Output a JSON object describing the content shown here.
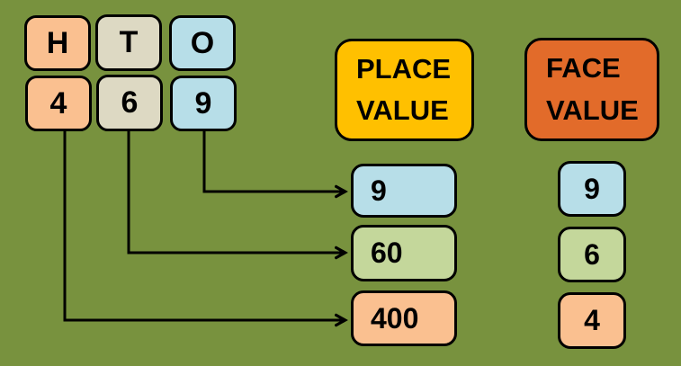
{
  "colors": {
    "background": "#78923E",
    "outline": "#000000",
    "text": "#000000"
  },
  "columns": [
    {
      "header": "H",
      "digit": "4",
      "color": "#FAC090"
    },
    {
      "header": "T",
      "digit": "6",
      "color": "#DDD9C3"
    },
    {
      "header": "O",
      "digit": "9",
      "color": "#B7DEE8"
    }
  ],
  "place_value": {
    "label_line1": "PLACE",
    "label_line2": "VALUE",
    "header_color": "#FFC000",
    "items": [
      {
        "value": "9",
        "color": "#B7DEE8"
      },
      {
        "value": "60",
        "color": "#C4D79B"
      },
      {
        "value": "400",
        "color": "#FAC090"
      }
    ]
  },
  "face_value": {
    "label_line1": "FACE",
    "label_line2": "VALUE",
    "header_color": "#E26B2A",
    "items": [
      {
        "value": "9",
        "color": "#B7DEE8"
      },
      {
        "value": "6",
        "color": "#C4D79B"
      },
      {
        "value": "4",
        "color": "#FAC090"
      }
    ]
  }
}
